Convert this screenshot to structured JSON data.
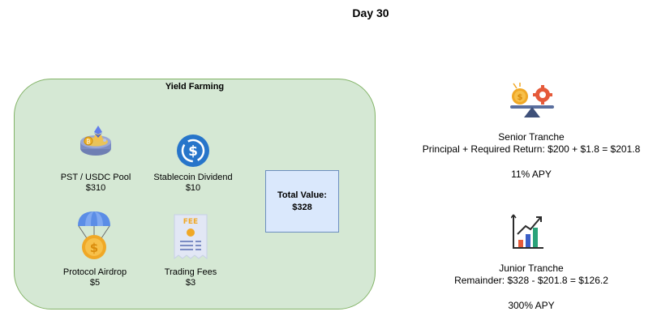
{
  "title": "Day 30",
  "yield_farming": {
    "title": "Yield Farming",
    "items": [
      {
        "name": "PST / USDC Pool",
        "value": "$310",
        "icon": "coin-pool-icon"
      },
      {
        "name": "Stablecoin Dividend",
        "value": "$10",
        "icon": "usdc-coin-icon"
      },
      {
        "name": "Protocol Airdrop",
        "value": "$5",
        "icon": "parachute-coin-icon"
      },
      {
        "name": "Trading Fees",
        "value": "$3",
        "icon": "fee-receipt-icon"
      }
    ],
    "total": {
      "label": "Total Value:",
      "value": "$328"
    }
  },
  "senior": {
    "title": "Senior Tranche",
    "detail": "Principal + Required Return: $200 + $1.8 = $201.8",
    "apy": "11% APY",
    "icon": "balance-scale-icon"
  },
  "junior": {
    "title": "Junior Tranche",
    "detail": "Remainder: $328 - $201.8 = $126.2",
    "apy": "300% APY",
    "icon": "growth-chart-icon"
  },
  "colors": {
    "green_fill": "#d5e8d4",
    "green_stroke": "#82b366",
    "blue_fill": "#dae8fc",
    "blue_stroke": "#6c8ebf"
  }
}
